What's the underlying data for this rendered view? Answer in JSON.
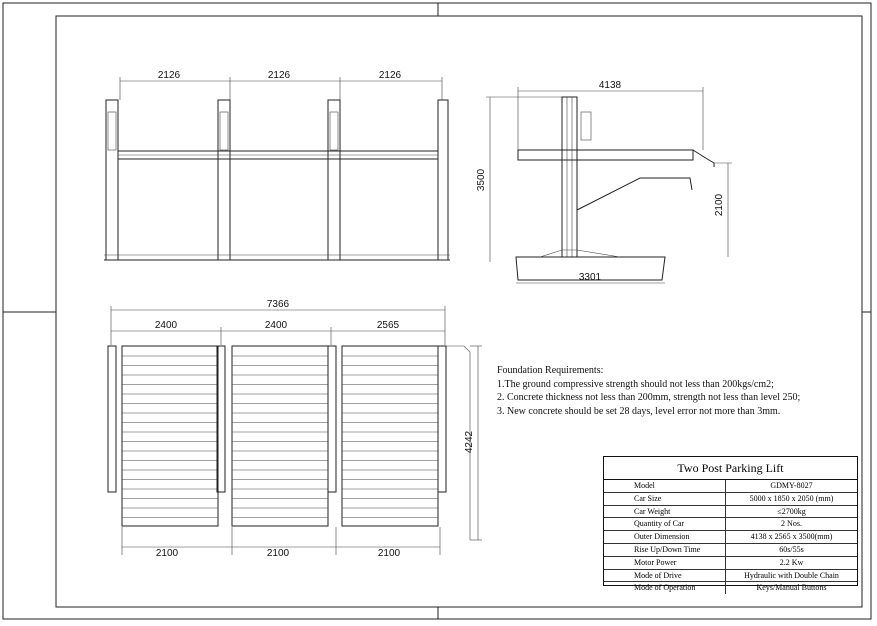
{
  "front_view": {
    "dims": [
      "2126",
      "2126",
      "2126"
    ]
  },
  "side_view": {
    "width": "4138",
    "height": "3500",
    "platform_height": "2100",
    "base_width": "3301"
  },
  "top_view": {
    "overall": "7366",
    "top_dims": [
      "2400",
      "2400",
      "2565"
    ],
    "bottom_dims": [
      "2100",
      "2100",
      "2100"
    ],
    "depth": "4242"
  },
  "foundation": {
    "heading": "Foundation  Requirements:",
    "items": [
      "1.The ground compressive strength should not less than 200kgs/cm2;",
      "2.  Concrete thickness not less than 200mm,  strength not less than level 250;",
      "3.  New concrete should be set 28 days,  level error not more than 3mm."
    ]
  },
  "title_block": {
    "title": "Two Post Parking Lift",
    "rows": [
      {
        "key": "Model",
        "value": "GDMY-8027"
      },
      {
        "key": "Car Size",
        "value": "5000 x 1850 x 2050 (mm)"
      },
      {
        "key": "Car Weight",
        "value": "≤2700kg"
      },
      {
        "key": "Quantity of Car",
        "value": "2 Nos."
      },
      {
        "key": "Outer Dimension",
        "value": "4138 x 2565 x 3500(mm)"
      },
      {
        "key": "Rise Up/Down Time",
        "value": "60s/55s"
      },
      {
        "key": "Motor Power",
        "value": "2.2 Kw"
      },
      {
        "key": "Mode of Drive",
        "value": "Hydraulic with Double Chain"
      },
      {
        "key": "Mode of Operation",
        "value": "Keys/Manual Buttons"
      }
    ]
  }
}
